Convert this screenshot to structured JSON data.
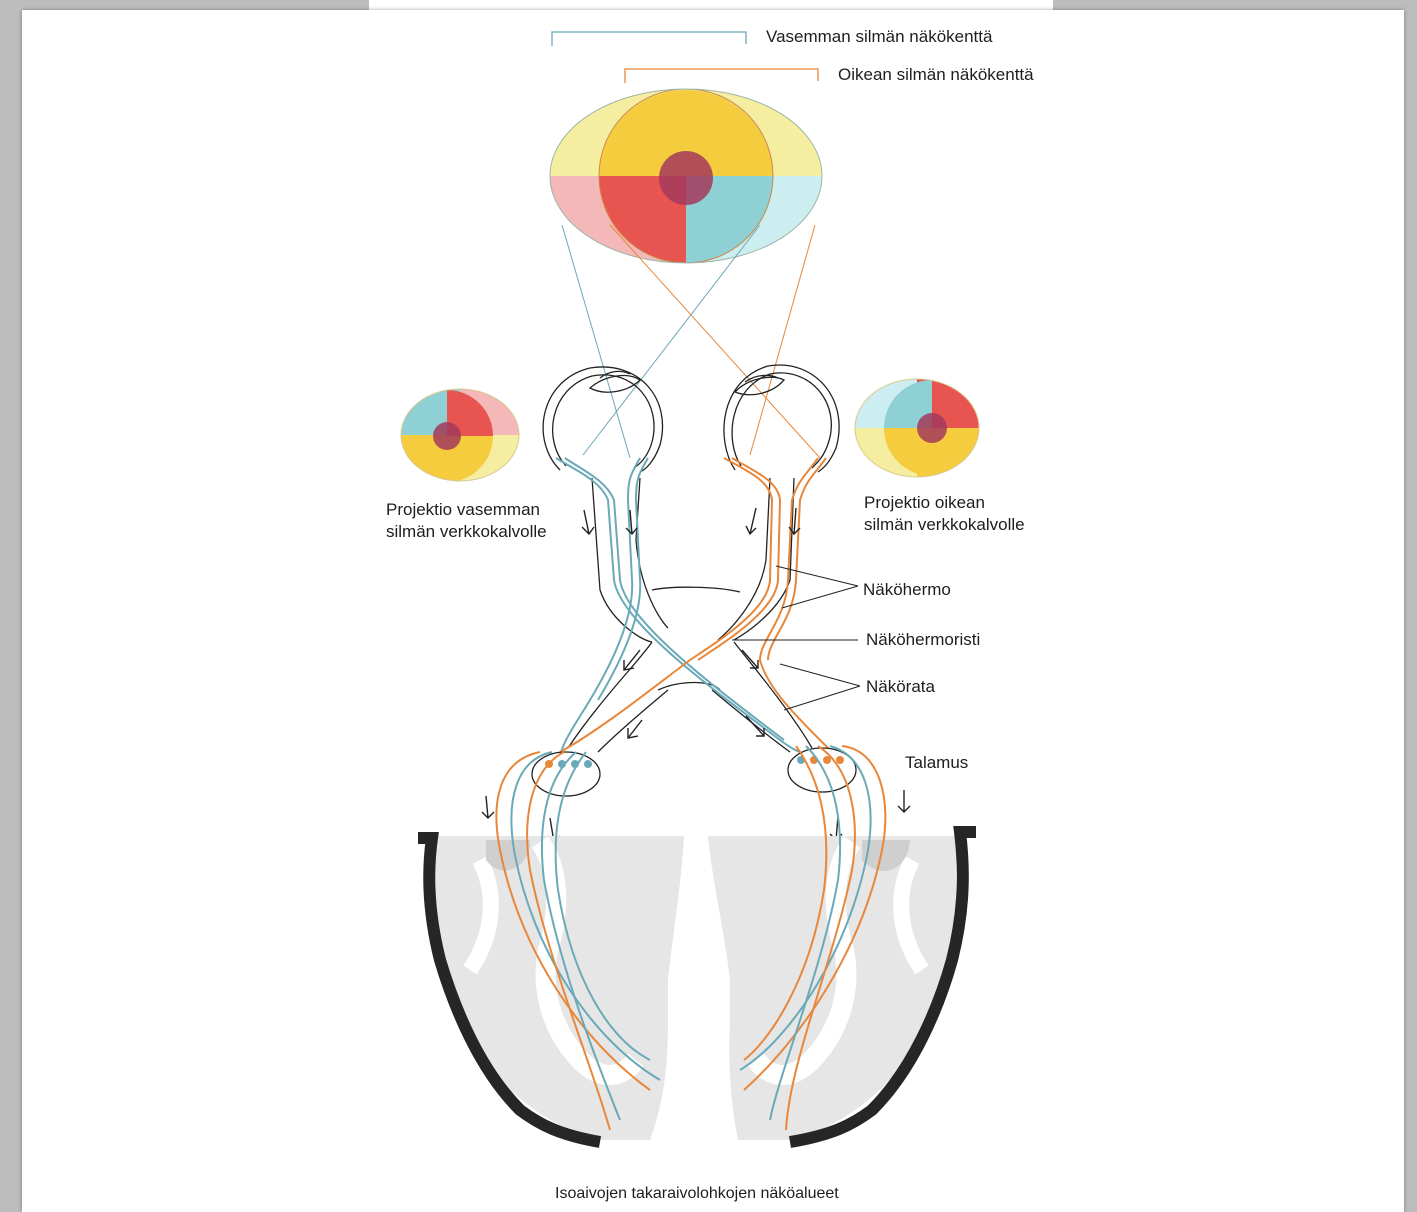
{
  "colors": {
    "left_eye_path": "#6aa9b8",
    "right_eye_path": "#e8873a",
    "yellow_light": "#f5eea0",
    "yellow": "#f4cc3e",
    "red": "#e8544f",
    "red_light": "#f4b8b8",
    "cyan": "#8fd0d4",
    "cyan_light": "#cdeef0",
    "center": "#a33a5a",
    "cortex_dark": "#262626",
    "brain_gray": "#e6e6e6"
  },
  "labels": {
    "left_visual_field": "Vasemman silmän näkökenttä",
    "right_visual_field": "Oikean silmän näkökenttä",
    "left_projection_line1": "Projektio vasemman",
    "left_projection_line2": "silmän verkkokalvolle",
    "right_projection_line1": "Projektio oikean",
    "right_projection_line2": "silmän verkkokalvolle",
    "optic_nerve": "Näköhermo",
    "optic_chiasm": "Näköhermoristi",
    "optic_tract": "Näkörata",
    "thalamus": "Talamus",
    "visual_cortex": "Isoaivojen takaraivolohkojen näköalueet"
  },
  "icons": [
    "flow-arrow-icon"
  ]
}
